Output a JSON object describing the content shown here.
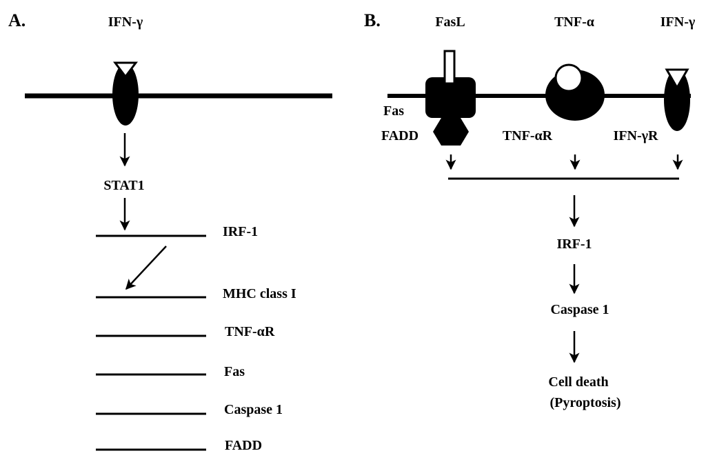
{
  "panel_a": {
    "label": "A.",
    "ligand": "IFN-γ",
    "transducer": "STAT1",
    "genes": [
      "IRF-1",
      "MHC class I",
      "TNF-αR",
      "Fas",
      "Caspase 1",
      "FADD"
    ]
  },
  "panel_b": {
    "label": "B.",
    "ligands": {
      "fasl": "FasL",
      "tnf": "TNF-α",
      "ifn": "IFN-γ"
    },
    "receptors": {
      "fas": "Fas",
      "fadd": "FADD",
      "tnfr": "TNF-αR",
      "ifnr": "IFN-γR"
    },
    "pathway": [
      "IRF-1",
      "Caspase 1"
    ],
    "outcome": {
      "line1": "Cell death",
      "line2": "(Pyroptosis)"
    }
  },
  "colors": {
    "ink": "#000000",
    "background": "#ffffff"
  }
}
